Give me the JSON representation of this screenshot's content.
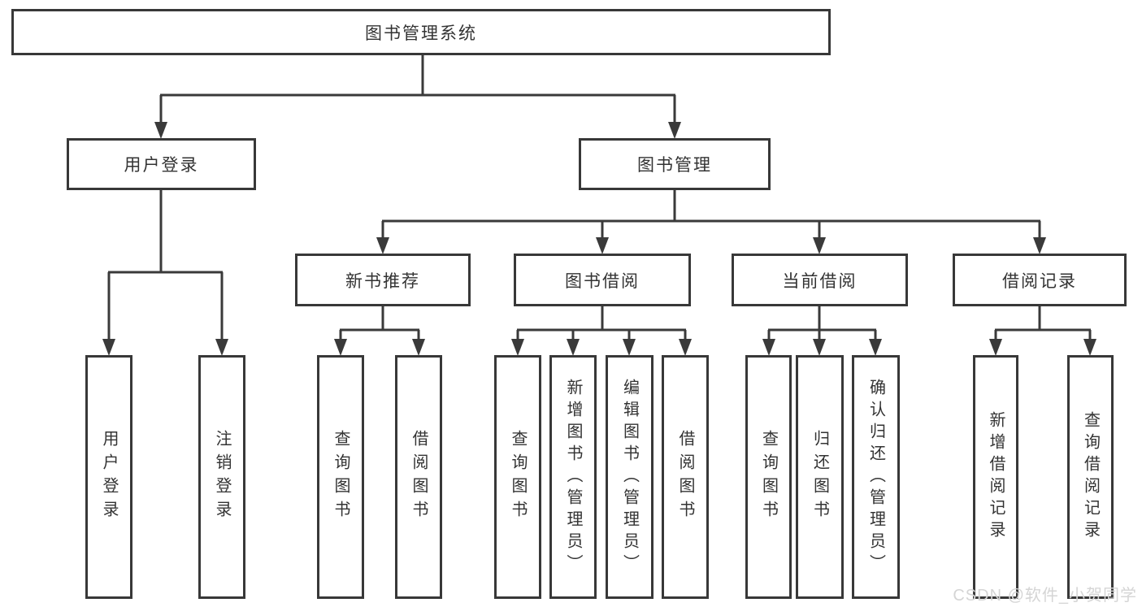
{
  "diagram": {
    "root": {
      "label": "图书管理系统"
    },
    "branches": [
      {
        "label": "用户登录",
        "children": [
          {
            "label": "用户登录"
          },
          {
            "label": "注销登录"
          }
        ]
      },
      {
        "label": "图书管理",
        "groups": [
          {
            "label": "新书推荐",
            "children": [
              {
                "label": "查询图书"
              },
              {
                "label": "借阅图书"
              }
            ]
          },
          {
            "label": "图书借阅",
            "children": [
              {
                "label": "查询图书"
              },
              {
                "label": "新增图书（管理员）"
              },
              {
                "label": "编辑图书（管理员）"
              },
              {
                "label": "借阅图书"
              }
            ]
          },
          {
            "label": "当前借阅",
            "children": [
              {
                "label": "查询图书"
              },
              {
                "label": "归还图书"
              },
              {
                "label": "确认归还（管理员）"
              }
            ]
          },
          {
            "label": "借阅记录",
            "children": [
              {
                "label": "新增借阅记录"
              },
              {
                "label": "查询借阅记录"
              }
            ]
          }
        ]
      }
    ]
  },
  "watermark": {
    "text": "CSDN @软件_小贺同学"
  },
  "colors": {
    "line": "#3a3a3a",
    "box_border": "#383838",
    "text": "#333333",
    "background": "#ffffff",
    "watermark": "#d5d5d5"
  }
}
